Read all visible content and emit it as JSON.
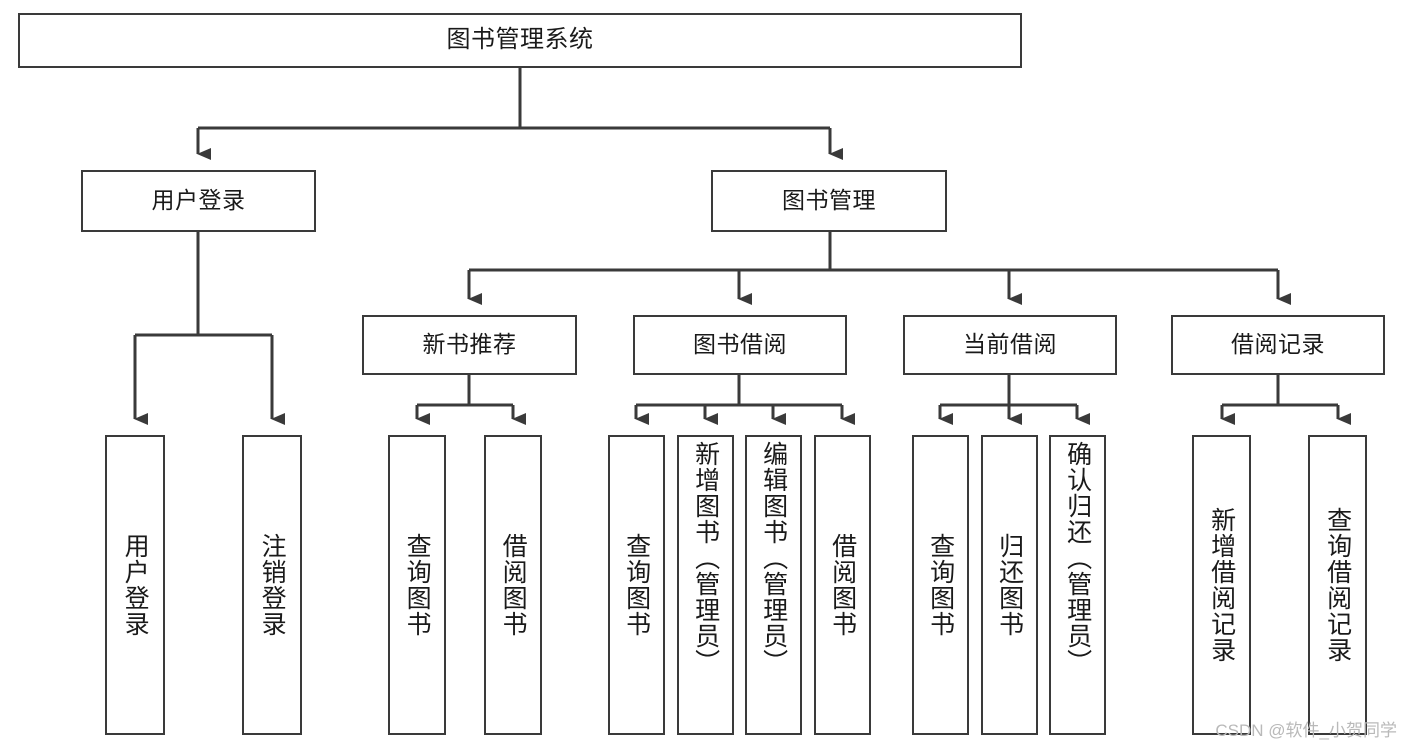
{
  "diagram": {
    "title": "图书管理系统",
    "watermark": "CSDN @软件_小贺同学",
    "line_color": "#3a3a3a",
    "box_fill": "#ffffff",
    "text_color": "#1a1a1a",
    "watermark_color": "#b9b9b9"
  },
  "nodes": {
    "root": {
      "label": "图书管理系统",
      "level": 0
    },
    "l1": [
      {
        "id": "user_login",
        "label": "用户登录",
        "level": 1
      },
      {
        "id": "book_manage",
        "label": "图书管理",
        "level": 1
      }
    ],
    "l2": [
      {
        "id": "new_book_rec",
        "label": "新书推荐",
        "level": 2,
        "parent": "book_manage"
      },
      {
        "id": "book_borrow",
        "label": "图书借阅",
        "level": 2,
        "parent": "book_manage"
      },
      {
        "id": "current_borrow",
        "label": "当前借阅",
        "level": 2,
        "parent": "book_manage"
      },
      {
        "id": "borrow_record",
        "label": "借阅记录",
        "level": 2,
        "parent": "book_manage"
      }
    ],
    "leaves": [
      {
        "id": "leaf_user_login",
        "label": "用户登录",
        "parent": "user_login"
      },
      {
        "id": "leaf_logout",
        "label": "注销登录",
        "parent": "user_login"
      },
      {
        "id": "leaf_query_book_1",
        "label": "查询图书",
        "parent": "new_book_rec"
      },
      {
        "id": "leaf_borrow_book_1",
        "label": "借阅图书",
        "parent": "new_book_rec"
      },
      {
        "id": "leaf_query_book_2",
        "label": "查询图书",
        "parent": "book_borrow"
      },
      {
        "id": "leaf_add_book",
        "label": "新增图书（管理员）",
        "parent": "book_borrow"
      },
      {
        "id": "leaf_edit_book",
        "label": "编辑图书（管理员）",
        "parent": "book_borrow"
      },
      {
        "id": "leaf_borrow_book_2",
        "label": "借阅图书",
        "parent": "book_borrow"
      },
      {
        "id": "leaf_query_book_3",
        "label": "查询图书",
        "parent": "current_borrow"
      },
      {
        "id": "leaf_return_book",
        "label": "归还图书",
        "parent": "current_borrow"
      },
      {
        "id": "leaf_confirm_return",
        "label": "确认归还（管理员）",
        "parent": "current_borrow"
      },
      {
        "id": "leaf_add_record",
        "label": "新增借阅记录",
        "parent": "borrow_record"
      },
      {
        "id": "leaf_query_record",
        "label": "查询借阅记录",
        "parent": "borrow_record"
      }
    ]
  }
}
